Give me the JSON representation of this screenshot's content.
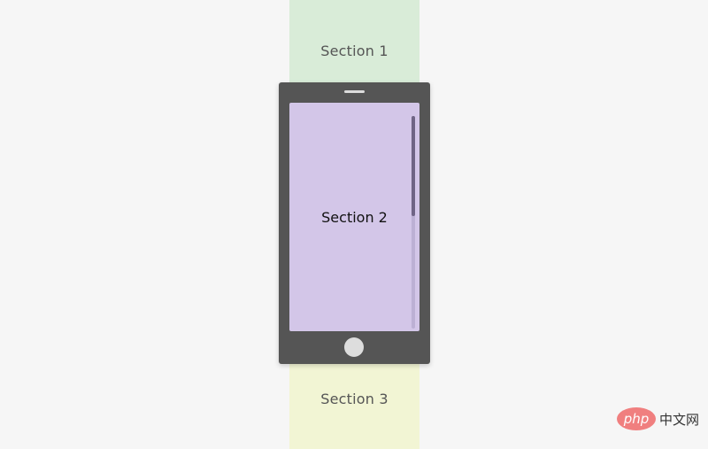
{
  "sections": [
    {
      "label": "Section 1",
      "color": "#d9ecd8"
    },
    {
      "label": "Section 2",
      "color": "#d3c6e8"
    },
    {
      "label": "Section 3",
      "color": "#f2f5d4"
    }
  ],
  "phone": {
    "color": "#555555",
    "scroll_position": 0.0
  },
  "watermark": {
    "logo_text": "php",
    "site_text": "中文网"
  }
}
